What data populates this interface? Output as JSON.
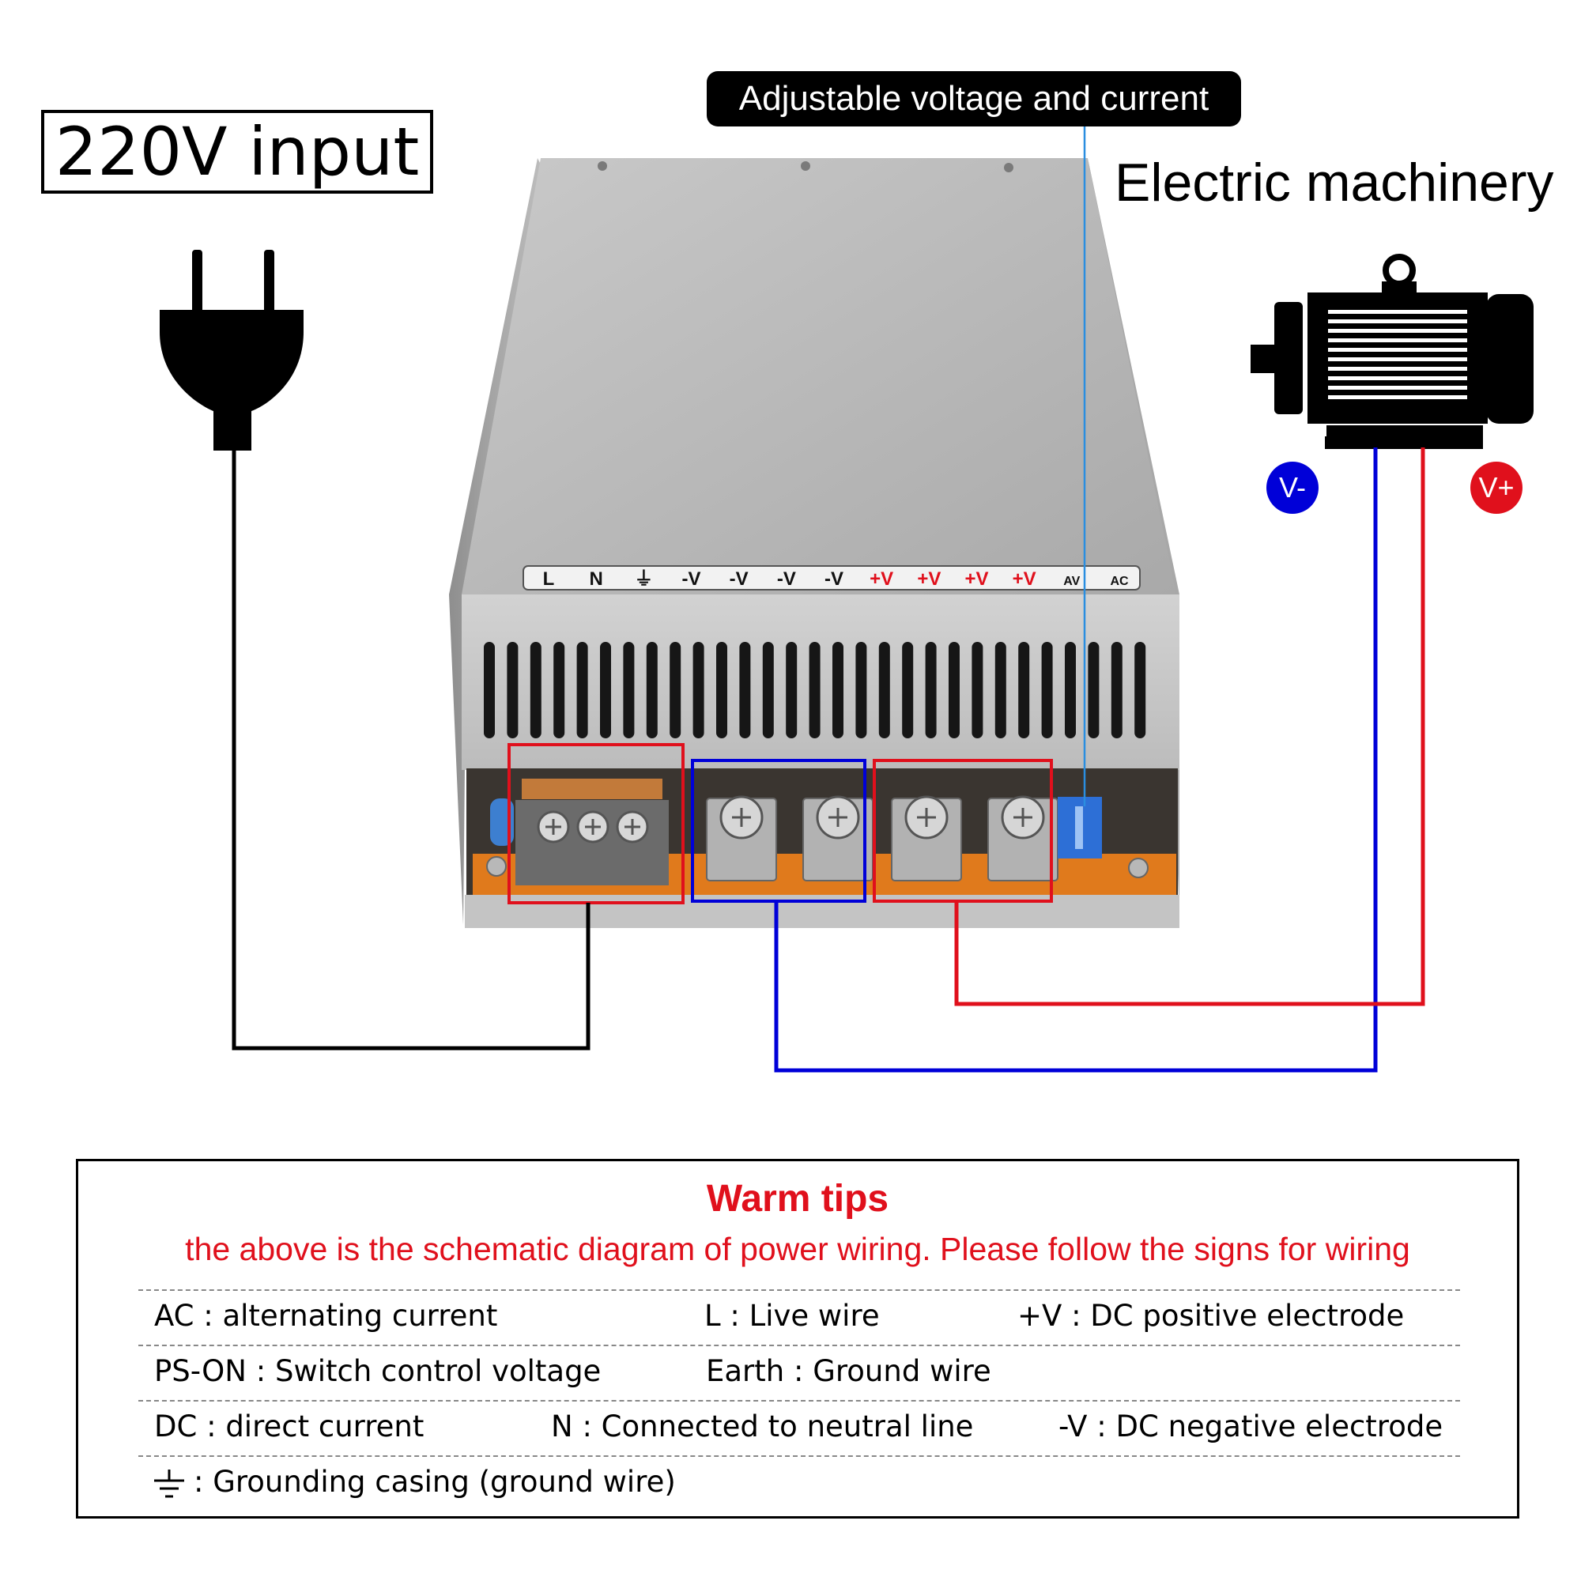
{
  "labels": {
    "input": "220V input",
    "adjust": "Adjustable voltage and current",
    "machine": "Electric machinery",
    "v_neg": "V-",
    "v_pos": "V+"
  },
  "terminal_strip": [
    "L",
    "N",
    "⏚",
    "-V",
    "-V",
    "-V",
    "-V",
    "+V",
    "+V",
    "+V",
    "+V",
    "AV",
    "AC"
  ],
  "colors": {
    "negative": "#0000d8",
    "positive": "#e0101c",
    "adjust_line": "#2a8ee0",
    "input_line": "#000000"
  },
  "tips": {
    "title": "Warm tips",
    "subtitle": "the above is the schematic diagram of power wiring. Please follow the signs for wiring",
    "rows": [
      [
        "AC : alternating current",
        "L : Live wire",
        "+V : DC positive electrode"
      ],
      [
        "PS-ON : Switch control voltage",
        "Earth : Ground wire",
        ""
      ],
      [
        "DC : direct current",
        "N : Connected to neutral line",
        "-V : DC negative electrode"
      ],
      [
        ": Grounding casing (ground wire)",
        "",
        ""
      ]
    ]
  }
}
